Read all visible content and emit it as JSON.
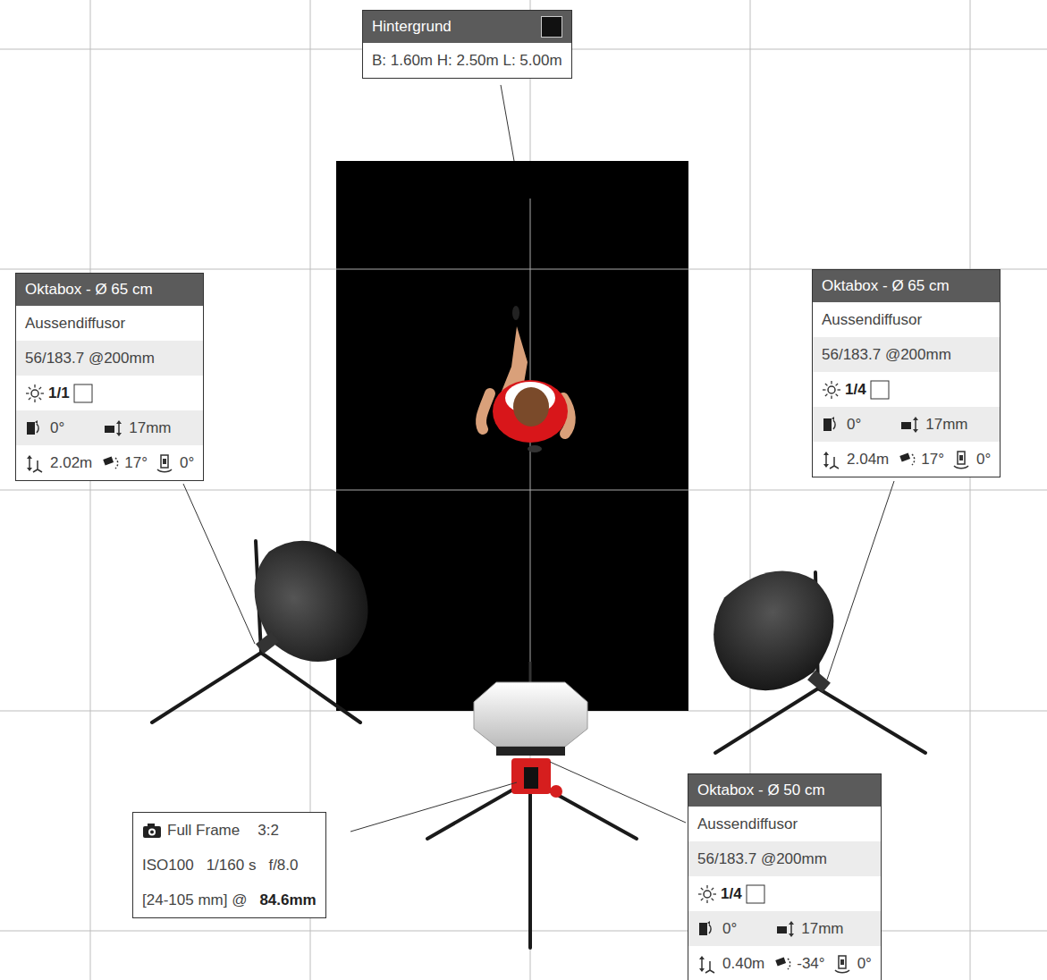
{
  "diagram": {
    "nodes": [
      {
        "text": [
          "Hintergrund",
          "B: 1.60m H: 2.50m L: 5.00m"
        ]
      },
      {
        "text": [
          "Oktabox - Ø 65 cm",
          "Aussendiffusor",
          "56/183.7 @200mm",
          "1/1",
          "0°",
          "17mm",
          "2.02m",
          "17°",
          "0°"
        ]
      },
      {
        "text": [
          "Oktabox - Ø 65 cm",
          "Aussendiffusor",
          "56/183.7 @200mm",
          "1/4",
          "0°",
          "17mm",
          "2.04m",
          "17°",
          "0°"
        ]
      },
      {
        "text": [
          "Full Frame",
          "3:2",
          "ISO100",
          "1/160 s",
          "f/8.0",
          "[24-105 mm] @",
          "84.6mm"
        ]
      },
      {
        "text": [
          "Oktabox - Ø 50 cm",
          "Aussendiffusor",
          "56/183.7 @200mm",
          "1/4",
          "0°",
          "17mm",
          "0.40m",
          "-34°",
          "0°"
        ]
      }
    ]
  }
}
